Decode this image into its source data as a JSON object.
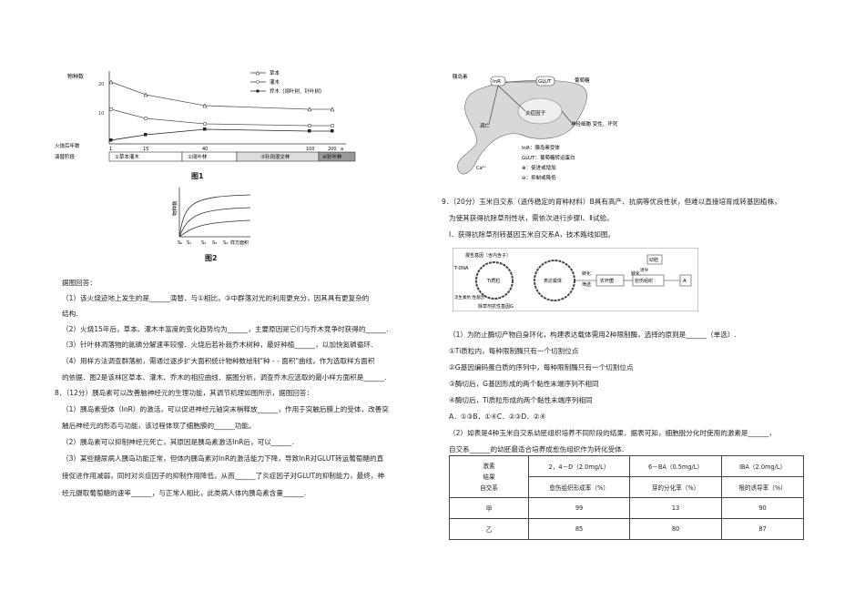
{
  "fig1": {
    "ylabel": "物种数",
    "legend": [
      "草本",
      "灌木",
      "乔木（阔叶树、针叶树）"
    ],
    "x_left_label": "火烧后年数",
    "x_ticks": [
      "1",
      "15",
      "40",
      "100",
      "200"
    ],
    "x_unit": "a",
    "stage_label": "演替阶段",
    "stages": [
      "①草本灌木",
      "②阔叶林",
      "③针阔混交林",
      "④针叶林"
    ],
    "caption": "图1"
  },
  "fig2": {
    "ylabel": "物种数",
    "x_ticks": [
      "S₀",
      "S₁",
      "S₂",
      "S₃",
      "S₄"
    ],
    "x_unit": "样方面积",
    "caption": "图2"
  },
  "left": {
    "intro": "据图回答：",
    "q7_1a": "（1）该火烧迹地上发生的是______演替．与①相比，③中群落对光的利用更充分，因其具有更复杂的",
    "q7_1b": "结构.",
    "q7_2": "（2）火烧15年后，草本、灌木丰富度的变化趋势均为______，主要原因是它们与乔木竞争时获得的______.",
    "q7_3": "（3）针叶林凋落物的氮磷分解速率较慢．火烧后若补栽乔木树种，最好种植______，以加快氮磷循环.",
    "q7_4a": "（4）用样方法调查群落前，需通过逐步扩大面积统计物种数绘制\"种 - - 面积\"曲线，作为选取样方面积",
    "q7_4b": "的依据．图2是该林区草本、灌木、乔木的相应曲线．据图分析，调查乔木应选取的最小样方面积是______.",
    "q8_head": "8．（12分）胰岛素可以改善脑神经元的生理功能，其调节机理如图所示，据图回答：",
    "q8_1a": "（1）胰岛素受体（InR）的激活，可以促进神经元轴突末梢释放______，作用于突触后膜上的受体，改善突",
    "q8_1b": "触后神经元的形态与功能，该过程体现了细胞膜的______功能。",
    "q8_2": "（2）胰岛素可以抑制神经元死亡，其原因是胰岛素激活InR后，可以______.",
    "q8_3a": "（3）某些糖尿病人胰岛功能正常，但体内胰岛素对InR的激活能力下降，导致InR对GLUT转运葡萄糖的直",
    "q8_3b": "接促进作用减弱，同时对炎症因子的抑制作用降低，从而______了炎症因子对GLUT的抑制能力，最终，神",
    "q8_3c": "经元摄取葡萄糖的速率______，与正常人相比，此类病人体内胰岛素含量______."
  },
  "fig3": {
    "insulin": "胰岛素",
    "inr": "InR",
    "glut": "GLUT",
    "glucose": "葡萄糖",
    "inflammation": "炎症因子",
    "death": "凋亡",
    "degenerate": "神经细胞\n变性、坏死",
    "ca": "Ca²⁺",
    "legend": [
      "InR：胰岛素受体",
      "GLUT：葡萄糖转运蛋白",
      "⊕：促进或增加",
      "⊖：抑制或降低"
    ]
  },
  "right": {
    "q9_head": "9．（20分）玉米自交系（遗传稳定的育种材料）B具有高产、抗病等优良性状，但难以直接培育成转基因植株，",
    "q9_head2": "为使其获得抗除草剂性状，需依次进行步骤Ⅰ、Ⅱ试验。",
    "step1": "Ⅰ．获得抗除草剂转基因玉米自交系A，技术路线如图。",
    "q9_1": "（1）为防止酶切产物自身环化，构建表达载体需用2种限制酶，选择的原则是______（单选）.",
    "opt1": "①Ti质粒内，每种限制酶只有一个切割位点",
    "opt2": "②G基因编码蛋白质的序列中，每种限制酶只有一个切割位点",
    "opt3": "③酶切后，G基因形成的两个黏性末端序列不相同",
    "opt4": "④酶切后，Ti质粒形成的两个黏性末端序列相同",
    "choices": "A．①③B．①④C．②③D．②④",
    "q9_2a": "（2）如表是4种玉米自交系幼胚组织培养不同阶段的结果．据表可知，细胞脱分化时使用的激素是______，",
    "q9_2b": "自交系______的幼胚最适合培养成愈伤组织作为转化受体."
  },
  "fig4": {
    "reporter": "报告基因（含内含子）",
    "tdna": "T-DNA",
    "ti": "Ti质粒",
    "flow": "流生素抗\n性基因",
    "g": "除草剂抗性基因G",
    "vector": "表达载体",
    "transform": "转化",
    "screen": "筛选",
    "agro": "农杆菌",
    "embryo": "幼胚",
    "induce": "诱导",
    "callus": "愈伤组织",
    "trans2": "转化",
    "a": "A"
  },
  "table": {
    "corner": [
      "激素",
      "结果",
      "自交系"
    ],
    "headers": [
      "2，4－D（2.0mg/L）",
      "6－BA（0.5mg/L）",
      "IBA（2.0mg/L）"
    ],
    "subheaders": [
      "愈伤组织形成率（%）",
      "芽的分化率（%）",
      "根的诱导率（%）"
    ],
    "rows": [
      {
        "name": "甲",
        "values": [
          "99",
          "13",
          "90"
        ]
      },
      {
        "name": "乙",
        "values": [
          "85",
          "80",
          "87"
        ]
      }
    ]
  }
}
